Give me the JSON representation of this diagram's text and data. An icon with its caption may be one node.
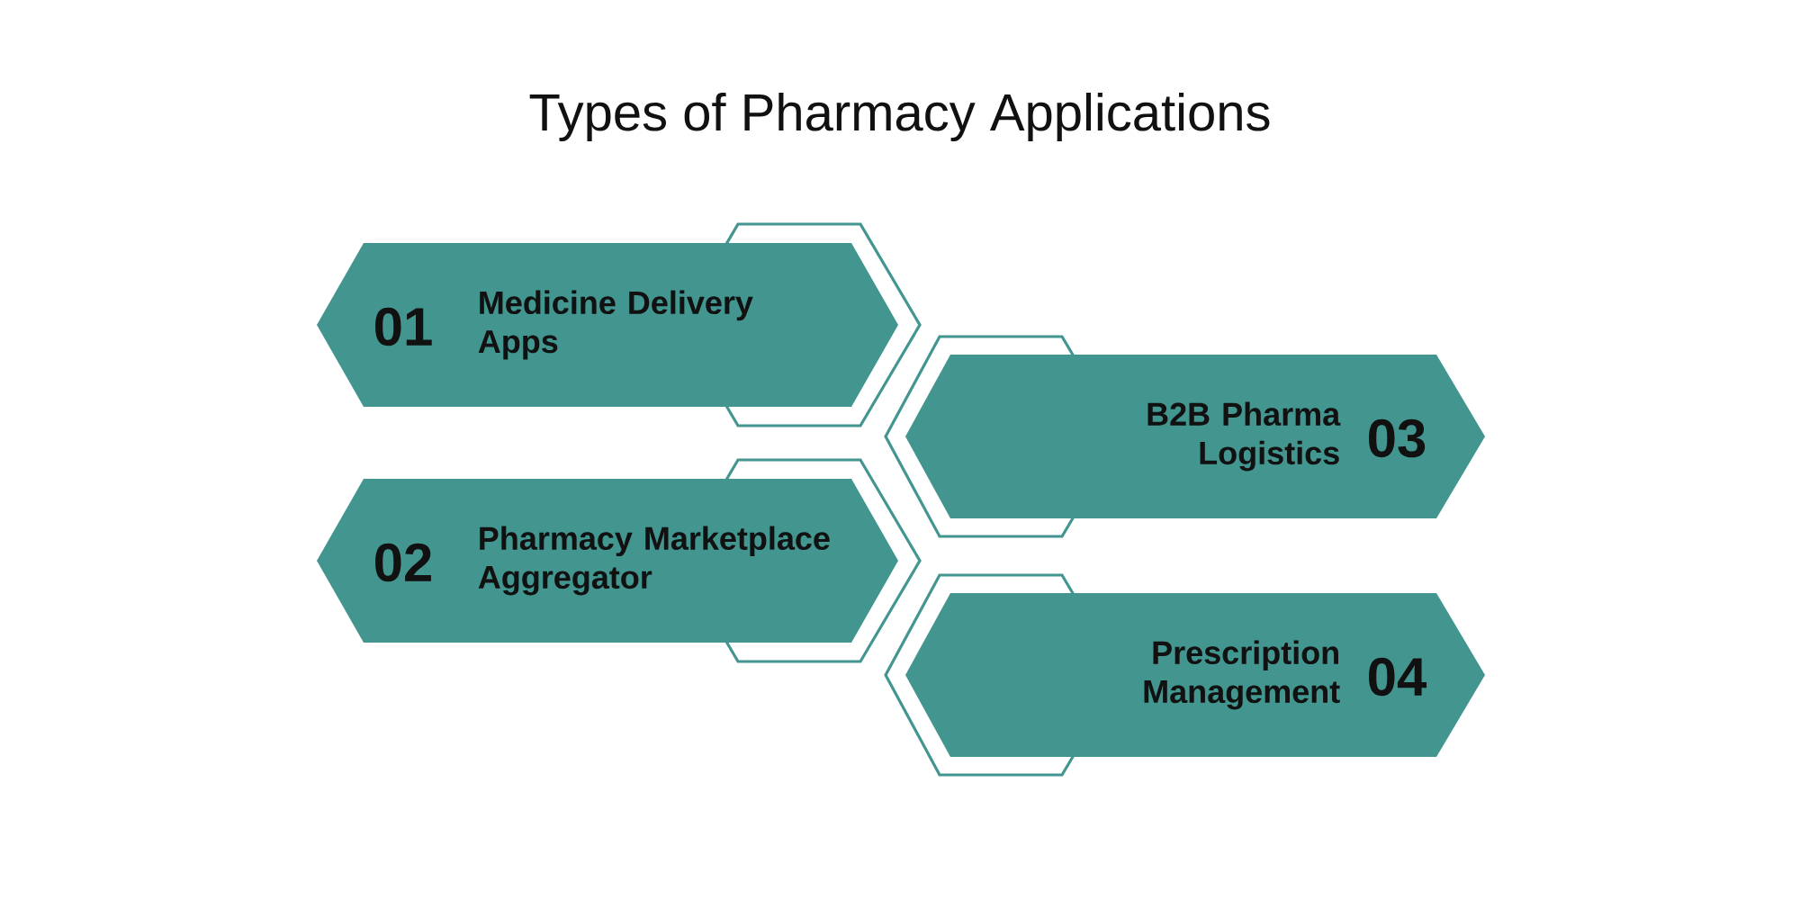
{
  "diagram": {
    "title": "Types of Pharmacy Applications",
    "nodes": [
      {
        "text": [
          "01",
          "Medicine Delivery Apps"
        ]
      },
      {
        "text": [
          "02",
          "Pharmacy Marketplace Aggregator"
        ]
      },
      {
        "text": [
          "B2B Pharma Logistics",
          "03"
        ]
      },
      {
        "text": [
          "Prescription Management",
          "04"
        ]
      }
    ]
  }
}
